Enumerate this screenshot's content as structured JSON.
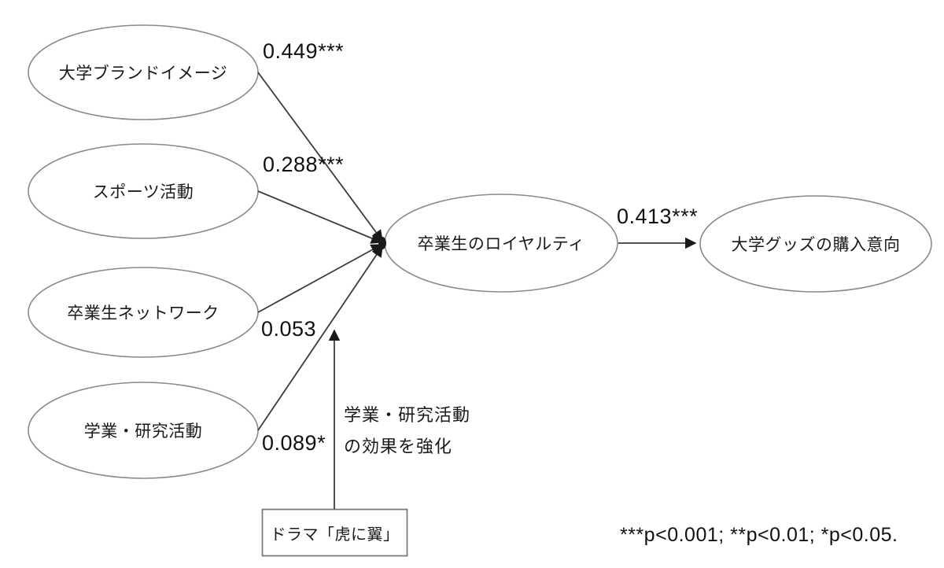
{
  "diagram": {
    "title": "path-model-alumni-loyalty",
    "nodes": {
      "brand": {
        "label": "大学ブランドイメージ",
        "shape": "ellipse"
      },
      "sports": {
        "label": "スポーツ活動",
        "shape": "ellipse"
      },
      "network": {
        "label": "卒業生ネットワーク",
        "shape": "ellipse"
      },
      "academic": {
        "label": "学業・研究活動",
        "shape": "ellipse"
      },
      "loyalty": {
        "label": "卒業生のロイヤルティ",
        "shape": "ellipse"
      },
      "purchase": {
        "label": "大学グッズの購入意向",
        "shape": "ellipse"
      },
      "drama": {
        "label": "ドラマ「虎に翼」",
        "shape": "rectangle"
      }
    },
    "edges": {
      "brand_to_loyalty": {
        "coefficient": "0.449***"
      },
      "sports_to_loyalty": {
        "coefficient": "0.288***"
      },
      "network_to_loyalty": {
        "coefficient": "0.053"
      },
      "academic_to_loyalty": {
        "coefficient": "0.089*"
      },
      "loyalty_to_purchase": {
        "coefficient": "0.413***"
      },
      "drama_moderation": {
        "label_line1": "学業・研究活動",
        "label_line2": "の効果を強化"
      }
    },
    "footnote": "***p<0.001; **p<0.01; *p<0.05.",
    "colors": {
      "background": "#ffffff",
      "ellipse_stroke": "#8a8a8a",
      "rect_stroke": "#7a7a7a",
      "line": "#3b3b3b",
      "arrowhead": "#1a1a1a",
      "text": "#1a1a1a"
    }
  }
}
